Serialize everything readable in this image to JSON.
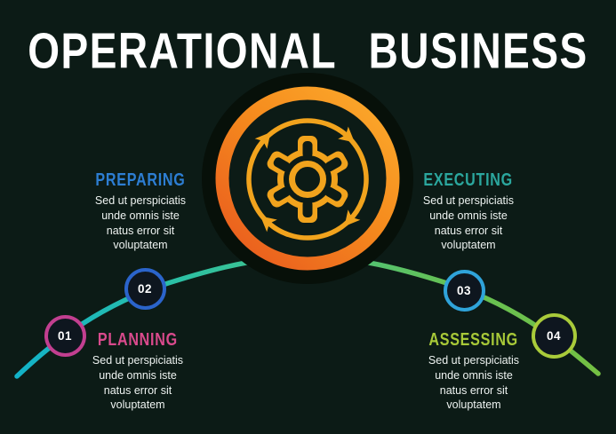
{
  "title": "OPERATIONAL BUSINESS",
  "colors": {
    "background": "#0c1b16",
    "halo": "#071009",
    "title": "#ffffff",
    "body_text": "#eef3f1",
    "gear": "#f1a31d",
    "node_fill": "#0e161f"
  },
  "ring_gradient": [
    "#e8561f",
    "#f58a1d",
    "#fcab2c"
  ],
  "line_gradient": [
    "#12b2c8",
    "#2cc0a4",
    "#45c487",
    "#63c158",
    "#74c043"
  ],
  "center_icon": "gear-cycle-icon",
  "steps": [
    {
      "number": "01",
      "label": "PLANNING",
      "label_color": "#d94a8c",
      "ring_color": "#c23f90",
      "description": "Sed ut perspiciatis\nunde omnis iste\nnatus error sit\nvoluptatem"
    },
    {
      "number": "02",
      "label": "PREPARING",
      "label_color": "#2d7ed3",
      "ring_color": "#2b64cb",
      "description": "Sed ut perspiciatis\nunde omnis iste\nnatus error sit\nvoluptatem"
    },
    {
      "number": "03",
      "label": "EXECUTING",
      "label_color": "#2ba79e",
      "ring_color": "#2fa3da",
      "description": "Sed ut perspiciatis\nunde omnis iste\nnatus error sit\nvoluptatem"
    },
    {
      "number": "04",
      "label": "ASSESSING",
      "label_color": "#a8c938",
      "ring_color": "#a9cb3a",
      "description": "Sed ut perspiciatis\nunde omnis iste\nnatus error sit\nvoluptatem"
    }
  ]
}
